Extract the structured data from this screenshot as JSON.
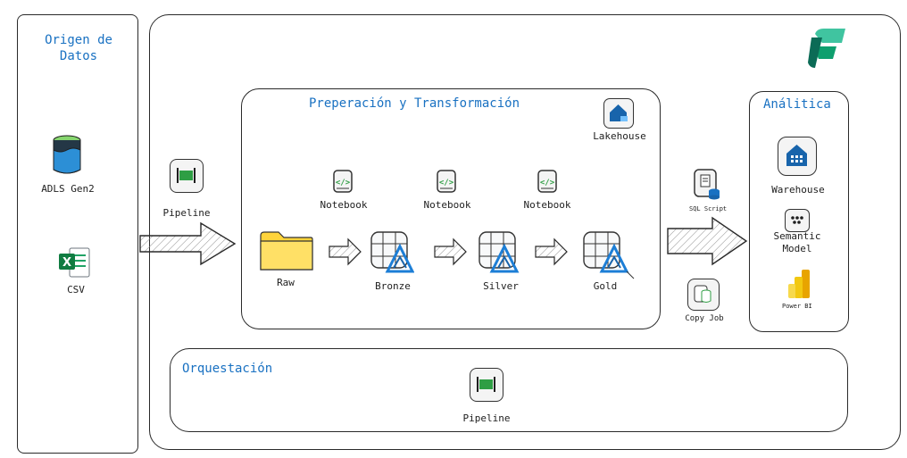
{
  "top_caption": "",
  "sections": {
    "origin": {
      "title": "Origen de Datos"
    },
    "prep": {
      "title": "Preperación y Transformación"
    },
    "analytics": {
      "title": "Análitica"
    },
    "orchestration": {
      "title": "Orquestación"
    }
  },
  "sources": {
    "adls": "ADLS Gen2",
    "csv": "CSV"
  },
  "ingest": {
    "pipeline": "Pipeline"
  },
  "lakehouse": {
    "label": "Lakehouse"
  },
  "notebooks": [
    "Notebook",
    "Notebook",
    "Notebook"
  ],
  "layers": {
    "raw": "Raw",
    "bronze": "Bronze",
    "silver": "Silver",
    "gold": "Gold"
  },
  "serving": {
    "sql_script": "SQL Script",
    "copy_job": "Copy Job"
  },
  "analytics": {
    "warehouse": "Warehouse",
    "semantic_model": "Semantic Model",
    "powerbi": "Power BI"
  },
  "orchestration": {
    "pipeline": "Pipeline"
  },
  "icons": [
    "fabric-logo-icon",
    "adls-storage-icon",
    "excel-csv-icon",
    "pipeline-icon",
    "lakehouse-icon",
    "notebook-icon",
    "folder-icon",
    "delta-table-icon",
    "sql-script-icon",
    "copy-job-icon",
    "warehouse-icon",
    "semantic-model-icon",
    "powerbi-icon",
    "arrow-icon"
  ],
  "colors": {
    "title_blue": "#1971c2",
    "pipeline_green": "#2f9e44",
    "folder_yellow": "#fcc419",
    "delta_blue": "#1c7ed6",
    "fabric_green": "#0b8a6a",
    "powerbi_gold": "#f0b400"
  }
}
